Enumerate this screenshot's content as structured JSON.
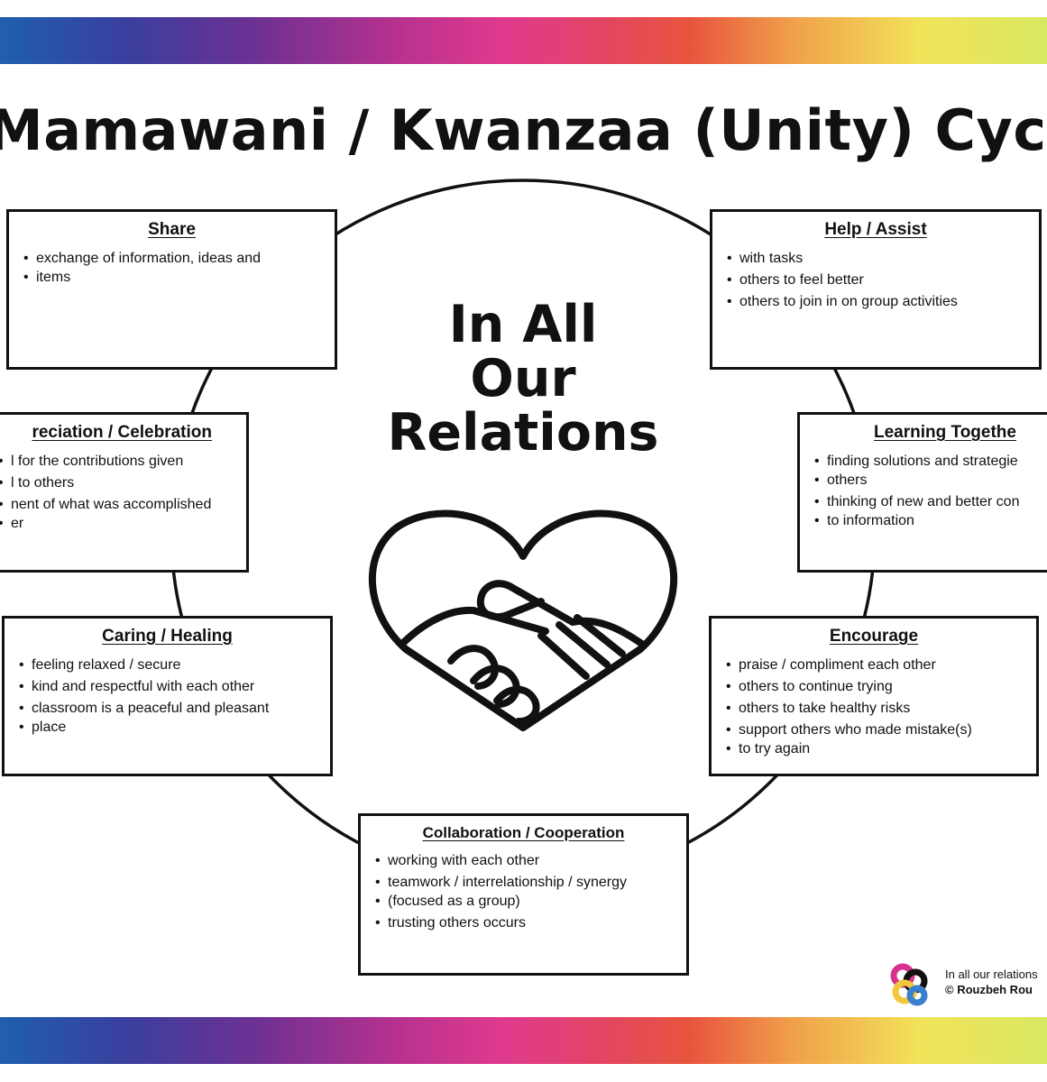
{
  "title": "Mamawani / Kwanzaa (Unity) Cycle",
  "center": {
    "line1": "In All",
    "line2": "Our",
    "line3": "Relations"
  },
  "colors": {
    "band_gradient": [
      "#1f5fae",
      "#3a3f9e",
      "#6b3193",
      "#b8318f",
      "#df3a8e",
      "#e24660",
      "#e8553e",
      "#f0a24a",
      "#f2e35a",
      "#d8e860"
    ],
    "ink": "#111111",
    "background": "#ffffff"
  },
  "icons": {
    "center": "handshake-heart-icon",
    "footer": "knot-logo-icon"
  },
  "boxes": {
    "share": {
      "title": "Share",
      "items": [
        "exchange of information, ideas and",
        "items"
      ]
    },
    "help": {
      "title": "Help / Assist",
      "items": [
        "with tasks",
        "others to feel better",
        "others to join in on group activities"
      ]
    },
    "appreciation": {
      "title": "reciation / Celebration",
      "items": [
        "l for the contributions given",
        "l to others",
        "nent of what was accomplished",
        "er"
      ]
    },
    "learning": {
      "title": "Learning Togethe",
      "items": [
        "finding solutions and strategie",
        "others",
        "thinking of new and better con",
        "to information"
      ]
    },
    "caring": {
      "title": "Caring / Healing",
      "items": [
        "feeling relaxed / secure",
        "kind and respectful with each other",
        "classroom is a peaceful and pleasant",
        "place"
      ]
    },
    "encourage": {
      "title": "Encourage",
      "items": [
        "praise / compliment each other",
        "others to continue trying",
        "others to take healthy risks",
        "support others who made mistake(s)",
        "to try again"
      ]
    },
    "collab": {
      "title": "Collaboration / Cooperation",
      "items": [
        "working with each other",
        "teamwork / interrelationship / synergy",
        "(focused as a group)",
        "trusting others occurs"
      ]
    }
  },
  "footer": {
    "line1": "In all our relations",
    "line2": "© Rouzbeh Rou"
  }
}
